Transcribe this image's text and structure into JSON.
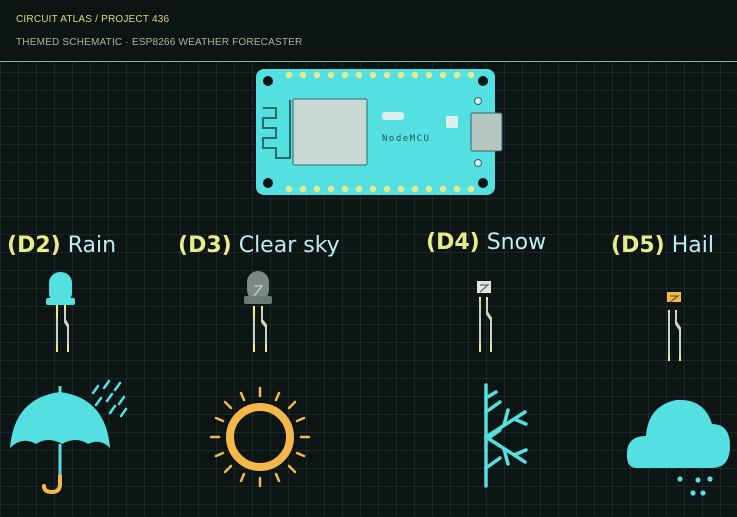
{
  "header": {
    "breadcrumb": "CIRCUIT ATLAS / PROJECT 436",
    "subtitle": "THEMED SCHEMATIC · ESP8266 WEATHER FORECASTER"
  },
  "board": {
    "label": "NodeMCU"
  },
  "outputs": [
    {
      "pin": "D2",
      "name": "Rain",
      "led_color": "#54e0e0",
      "led_lit": true
    },
    {
      "pin": "D3",
      "name": "Clear sky",
      "led_color": "#7a8a86",
      "led_lit": false
    },
    {
      "pin": "D4",
      "name": "Snow",
      "led_color": "#dfe6e6",
      "led_lit": false
    },
    {
      "pin": "D5",
      "name": "Hail",
      "led_color": "#f4b74a",
      "led_lit": false
    }
  ],
  "colors": {
    "accent": "#54e0e0",
    "board": "#54e0e0",
    "pad": "#e8ec8a",
    "sun": "#f4b74a",
    "grid": "#0c1414"
  },
  "icons": [
    "umbrella-rain-icon",
    "sun-icon",
    "snowflake-icon",
    "hail-cloud-icon"
  ]
}
